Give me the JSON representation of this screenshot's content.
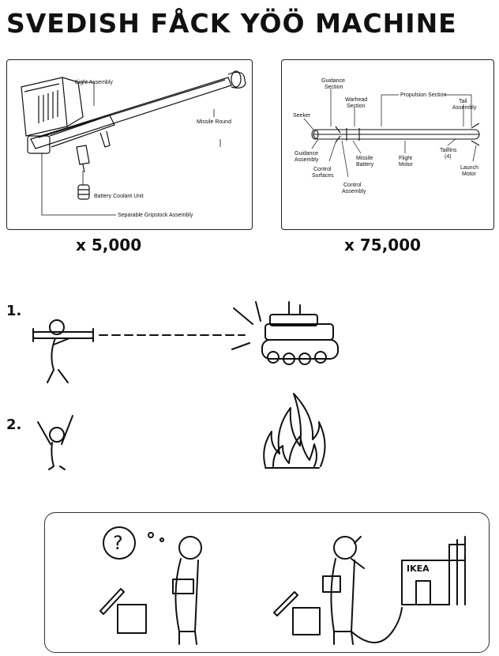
{
  "title": "SVEDISH FÅCK YÖÖ MACHINE",
  "panels": {
    "left": {
      "labels": {
        "sight": "Sight Assembly",
        "missile_round": "Missile Round",
        "battery": "Battery Coolant Unit",
        "gripstock": "Separable Gripstock Assembly"
      },
      "quantity": "x 5,000"
    },
    "right": {
      "labels": {
        "guidance_section_1": "Guidance",
        "guidance_section_2": "Section",
        "warhead_1": "Warhead",
        "warhead_2": "Section",
        "propulsion": "Propulsion Section",
        "tail_1": "Tail",
        "tail_2": "Assembly",
        "seeker": "Seeker",
        "guidance_assembly_1": "Guidance",
        "guidance_assembly_2": "Assembly",
        "missile_battery_1": "Missile",
        "missile_battery_2": "Battery",
        "flight_motor_1": "Flight",
        "flight_motor_2": "Motor",
        "tailfins_1": "Tailfins",
        "tailfins_2": "(4)",
        "launch_motor_1": "Launch",
        "launch_motor_2": "Motor",
        "control_surfaces_1": "Control",
        "control_surfaces_2": "Surfaces",
        "control_assembly_1": "Control",
        "control_assembly_2": "Assembly"
      },
      "quantity": "x 75,000"
    }
  },
  "steps": {
    "one": "1.",
    "two": "2."
  },
  "ikea_sign": "IKEA",
  "question_mark": "?"
}
